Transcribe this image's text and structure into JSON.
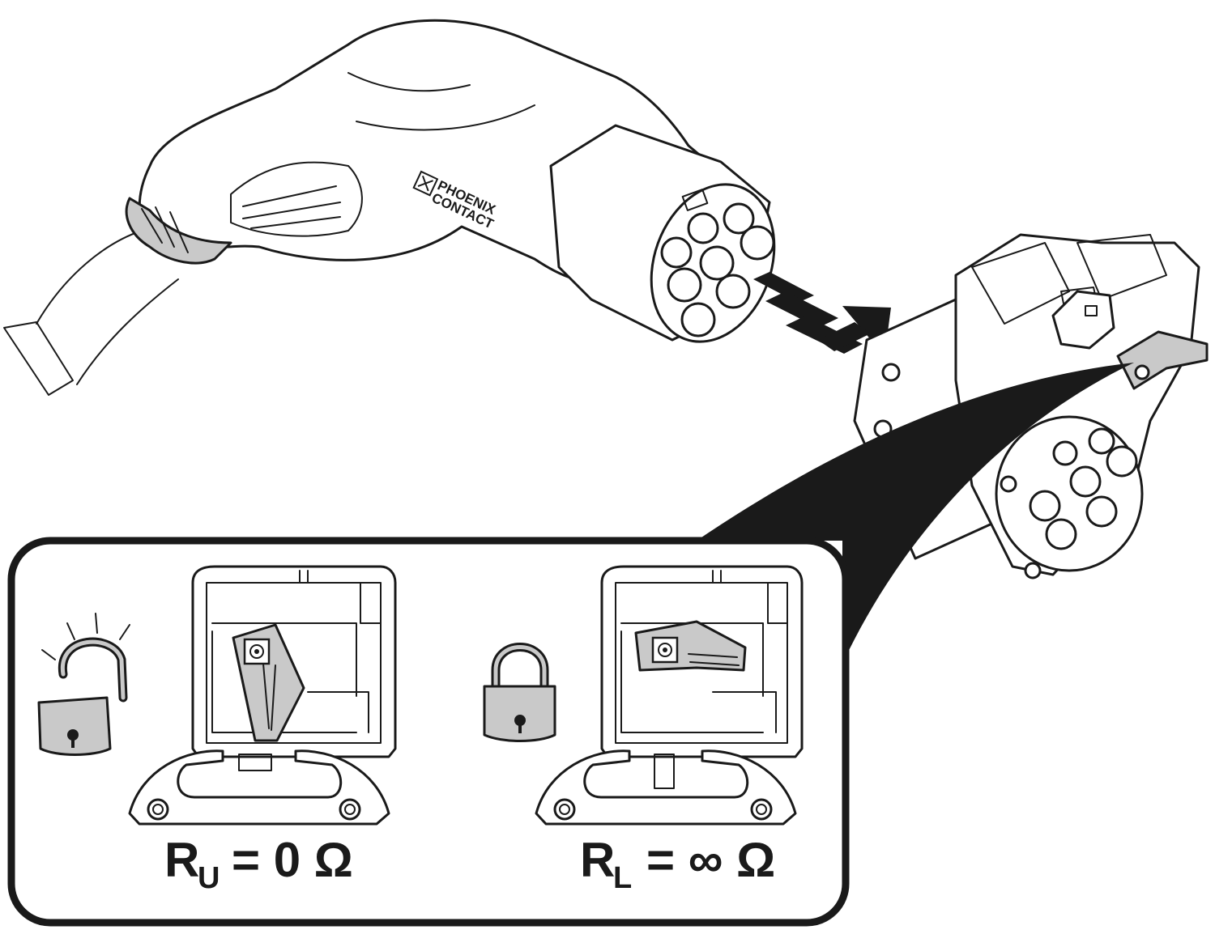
{
  "brand": {
    "line1": "PHOENIX",
    "line2": "CONTACT"
  },
  "states": [
    {
      "id": "unlocked",
      "icon": "padlock-open-icon",
      "resistance_symbol": "R",
      "subscript": "U",
      "equation": "= 0 Ω"
    },
    {
      "id": "locked",
      "icon": "padlock-closed-icon",
      "resistance_symbol": "R",
      "subscript": "L",
      "equation": "= ∞ Ω"
    }
  ],
  "colors": {
    "line": "#1a1a1a",
    "fill_grey": "#c9c9c9",
    "background": "#ffffff"
  }
}
